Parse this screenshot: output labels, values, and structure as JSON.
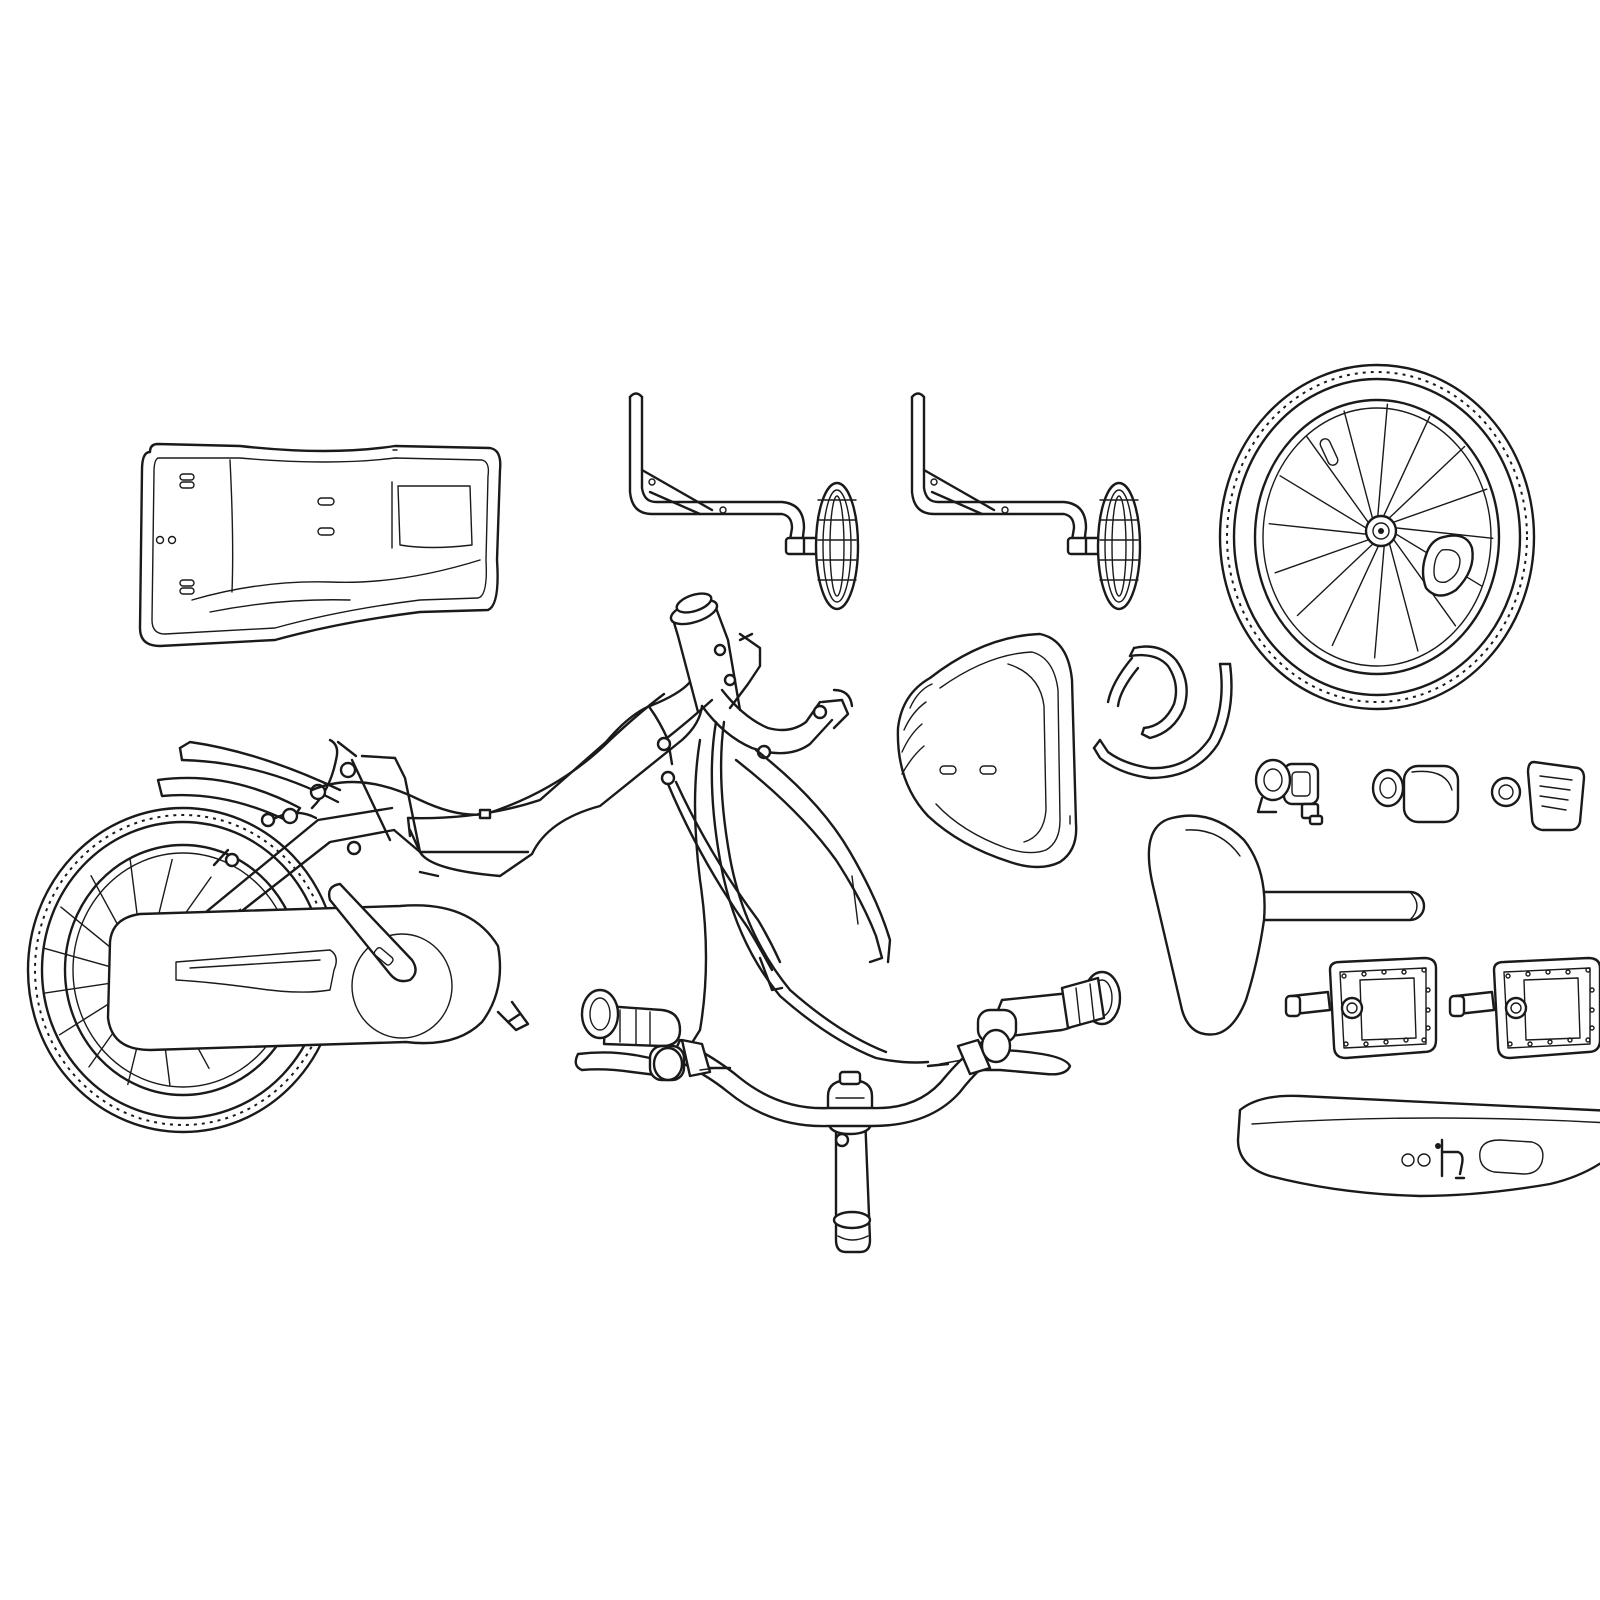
{
  "colors": {
    "background": "#ffffff",
    "stroke": "#1a1a1a"
  },
  "parts": [
    {
      "id": "chainguard-cover",
      "icon": "chainguard-cover-icon"
    },
    {
      "id": "training-wheel-left",
      "icon": "training-wheel-icon"
    },
    {
      "id": "training-wheel-right",
      "icon": "training-wheel-icon"
    },
    {
      "id": "front-wheel",
      "icon": "front-wheel-icon"
    },
    {
      "id": "bike-frame-assembly",
      "icon": "bike-frame-icon"
    },
    {
      "id": "front-mudguard",
      "icon": "mudguard-icon"
    },
    {
      "id": "brake-cable-tubes",
      "icon": "cable-tube-icon"
    },
    {
      "id": "bell",
      "icon": "bell-icon"
    },
    {
      "id": "front-reflector",
      "icon": "reflector-icon"
    },
    {
      "id": "side-reflector",
      "icon": "reflector-icon"
    },
    {
      "id": "saddle-with-seatpost",
      "icon": "saddle-icon"
    },
    {
      "id": "pedal-left",
      "icon": "pedal-icon"
    },
    {
      "id": "pedal-right",
      "icon": "pedal-icon"
    },
    {
      "id": "handlebar-assembly",
      "icon": "handlebar-icon"
    },
    {
      "id": "rear-mudguard",
      "icon": "mudguard-icon"
    }
  ]
}
